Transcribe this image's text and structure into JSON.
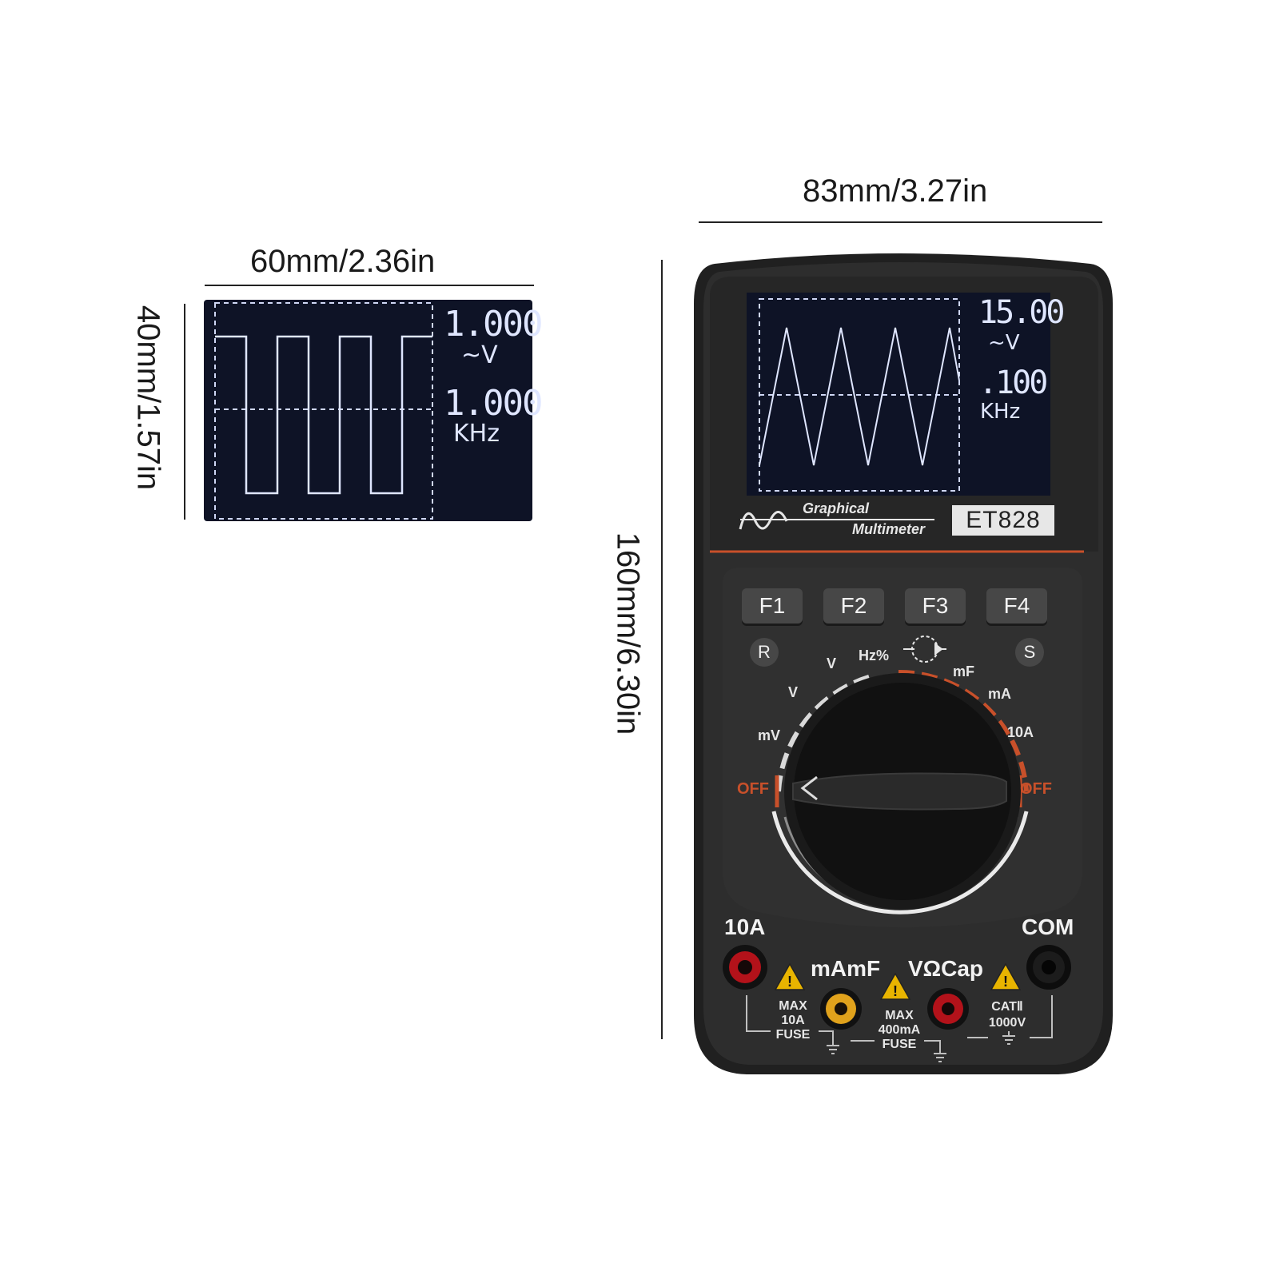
{
  "dimensions": {
    "screen_width": "60mm/2.36in",
    "screen_height": "40mm/1.57in",
    "device_width": "83mm/3.27in",
    "device_height": "160mm/6.30in"
  },
  "closeup_screen": {
    "voltage": "1.000",
    "voltage_unit": "~V",
    "frequency": "1.000",
    "frequency_unit": "KHz",
    "waveform": "square"
  },
  "device": {
    "brand_line1": "Graphical",
    "brand_line2": "Multimeter",
    "model": "ET828",
    "screen": {
      "voltage": "15.00",
      "voltage_unit": "~V",
      "frequency": ".100",
      "frequency_unit": "KHz",
      "waveform": "triangle"
    },
    "function_keys": [
      "F1",
      "F2",
      "F3",
      "F4"
    ],
    "side_buttons": {
      "left": "R",
      "right": "S"
    },
    "dial_labels": {
      "off_left": "OFF",
      "off_right": "OFF",
      "mv": "mV",
      "v_dc": "V",
      "v_ac": "V",
      "hz": "Hz%",
      "mf": "mF",
      "ma": "mA",
      "a10": "10A"
    },
    "jacks": {
      "label_10a": "10A",
      "label_com": "COM",
      "label_mamf": "mAmF",
      "label_vocap": "VΩCap",
      "warn_10a": [
        "MAX",
        "10A",
        "FUSE"
      ],
      "warn_ma": [
        "MAX",
        "400mA",
        "FUSE"
      ],
      "warn_cat": [
        "CATⅡ",
        "1000V"
      ]
    },
    "colors": {
      "body": "#2b2b2b",
      "accent": "#c8502a",
      "screen_bg": "#0e1326",
      "screen_trace": "#dfe6ff",
      "jack_red": "#b3121a",
      "jack_yellow": "#e0a21c"
    }
  }
}
